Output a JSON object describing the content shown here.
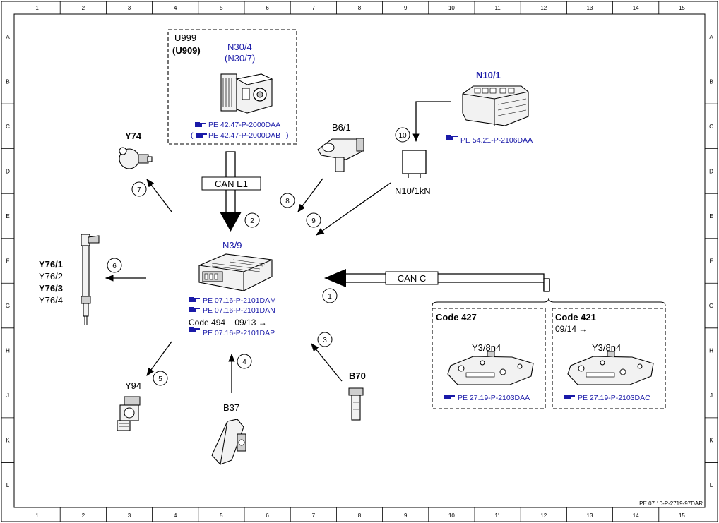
{
  "frame": {
    "columns": [
      "1",
      "2",
      "3",
      "4",
      "5",
      "6",
      "7",
      "8",
      "9",
      "10",
      "11",
      "12",
      "13",
      "14",
      "15"
    ],
    "rows": [
      "A",
      "B",
      "C",
      "D",
      "E",
      "F",
      "G",
      "H",
      "J",
      "K",
      "L"
    ],
    "doc_number": "PE 07.10-P-2719-97DAR"
  },
  "colors": {
    "blue_text": "#1a1aa8",
    "black": "#000000"
  },
  "components": {
    "u999": {
      "line1": "U999",
      "line2": "(U909)",
      "code1": "N30/4",
      "code2": "(N30/7)",
      "ref1": "PE 42.47-P-2000DAA",
      "ref2": "PE 42.47-P-2000DAB",
      "ref2_prefix": "(",
      "ref2_suffix": ")"
    },
    "n10_1": {
      "label": "N10/1",
      "ref": "PE 54.21-P-2106DAA"
    },
    "n10_1kn": {
      "label": "N10/1kN"
    },
    "b6_1": {
      "label": "B6/1"
    },
    "y74": {
      "label": "Y74"
    },
    "n3_9": {
      "label": "N3/9",
      "ref1": "PE 07.16-P-2101DAM",
      "ref2": "PE 07.16-P-2101DAN",
      "code_line": "Code 494    09/13 →",
      "ref3": "PE 07.16-P-2101DAP"
    },
    "y76": {
      "l1": "Y76/1",
      "l2": "Y76/2",
      "l3": "Y76/3",
      "l4": "Y76/4"
    },
    "y94": {
      "label": "Y94"
    },
    "b37": {
      "label": "B37"
    },
    "b70": {
      "label": "B70"
    },
    "code427": {
      "title": "Code 427",
      "part": "Y3/8n4",
      "ref": "PE 27.19-P-2103DAA"
    },
    "code421": {
      "title": "Code 421",
      "date": "09/14 →",
      "part": "Y3/8n4",
      "ref": "PE 27.19-P-2103DAC"
    }
  },
  "buses": {
    "can_e1": "CAN E1",
    "can_c": "CAN C"
  },
  "callouts": [
    "1",
    "2",
    "3",
    "4",
    "5",
    "6",
    "7",
    "8",
    "9",
    "10"
  ],
  "icons": {
    "reference": "pointing-hand-icon"
  }
}
